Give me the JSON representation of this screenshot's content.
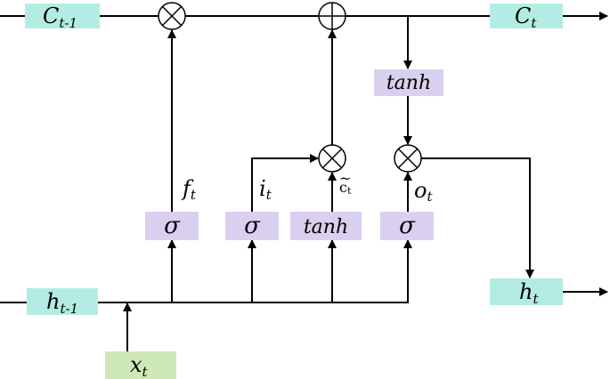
{
  "cell_state_in": {
    "main": "C",
    "sub": "t-1"
  },
  "cell_state_out": {
    "main": "C",
    "sub": "t"
  },
  "hidden_in": {
    "main": "h",
    "sub": "t-1"
  },
  "hidden_out": {
    "main": "h",
    "sub": "t"
  },
  "input": {
    "main": "x",
    "sub": "t"
  },
  "gates": {
    "forget": {
      "activation": "σ",
      "label_main": "f",
      "label_sub": "t"
    },
    "input": {
      "activation": "σ",
      "label_main": "i",
      "label_sub": "t"
    },
    "candidate": {
      "activation": "tanh",
      "label_main": "c",
      "label_sub": "t",
      "tilde": "~"
    },
    "output": {
      "activation": "σ",
      "label_main": "o",
      "label_sub": "t"
    }
  },
  "cell_tanh": {
    "label": "tanh"
  },
  "colors": {
    "state_box": "#b3ece3",
    "gate_box": "#d9d0ef",
    "input_box": "#cfe8b8",
    "line": "#000000"
  }
}
